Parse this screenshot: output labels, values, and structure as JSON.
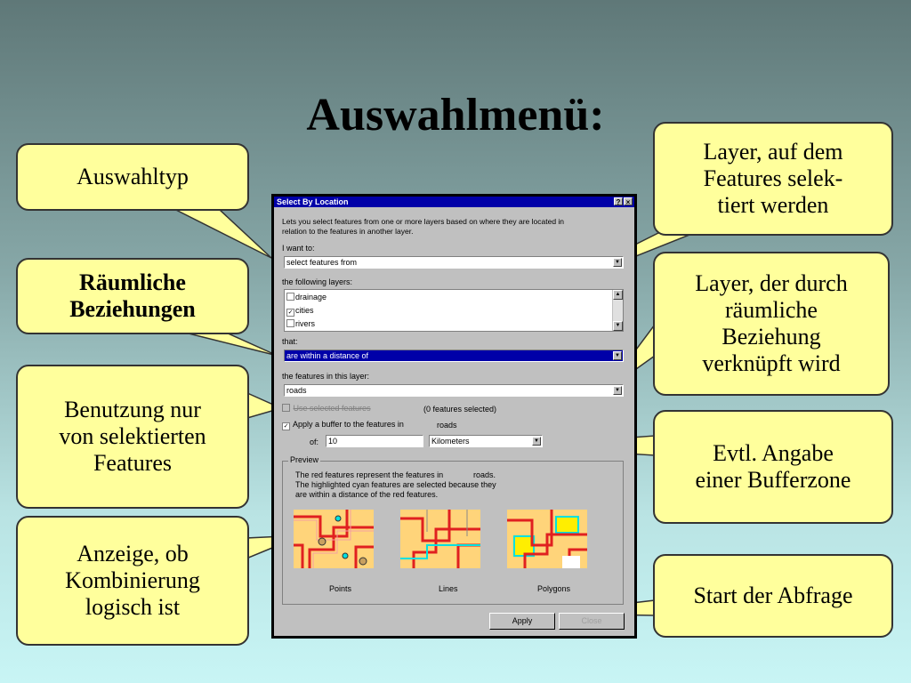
{
  "slide": {
    "title": "Auswahlmenü:"
  },
  "callouts": {
    "auswahltyp": "Auswahltyp",
    "raeumliche_1": "Räumliche",
    "raeumliche_2": "Beziehungen",
    "benutzung_1": "Benutzung nur",
    "benutzung_2": "von selektierten",
    "benutzung_3": "Features",
    "anzeige_1": "Anzeige, ob",
    "anzeige_2": "Kombinierung",
    "anzeige_3": "logisch ist",
    "layer_auf_1": "Layer, auf dem",
    "layer_auf_2": "Features selek-",
    "layer_auf_3": "tiert werden",
    "layer_der_1": "Layer, der durch",
    "layer_der_2": "räumliche",
    "layer_der_3": "Beziehung",
    "layer_der_4": "verknüpft wird",
    "buffer_1": "Evtl. Angabe",
    "buffer_2": "einer Bufferzone",
    "start": "Start der Abfrage"
  },
  "dialog": {
    "title": "Select By Location",
    "help_btn": "?",
    "close_btn": "×",
    "intro_1": "Lets you select features from one or more layers based on where they are located in",
    "intro_2": "relation to the features in another layer.",
    "want_label": "I want to:",
    "want_value": "select features from",
    "layers_label": "the following layers:",
    "layers": [
      {
        "name": "drainage",
        "checked": false,
        "mark": ""
      },
      {
        "name": "cities",
        "checked": true,
        "mark": "✓"
      },
      {
        "name": "rivers",
        "checked": false,
        "mark": ""
      }
    ],
    "that_label": "that:",
    "that_value": "are within a distance of",
    "features_label": "the features in this layer:",
    "features_value": "roads",
    "use_selected": "Use selected features",
    "features_selected": "(0 features selected)",
    "apply_buffer": "Apply a buffer to the features in",
    "buffer_layer": "roads",
    "of_label": "of:",
    "distance": "10",
    "units": "Kilometers",
    "preview_label": "Preview",
    "preview_1": "The red features represent the features in",
    "preview_1b": "roads.",
    "preview_2": "The highlighted cyan features are selected because they",
    "preview_3": "are within a distance of the red features.",
    "thumb_points": "Points",
    "thumb_lines": "Lines",
    "thumb_polygons": "Polygons",
    "apply_btn": "Apply",
    "close_label": "Close"
  },
  "colors": {
    "callout_fill": "#ffff9c",
    "titlebar": "#0000a8",
    "dialog_face": "#c0c0c0",
    "road_red": "#e02020",
    "highlight_cyan": "#00e0e0"
  }
}
